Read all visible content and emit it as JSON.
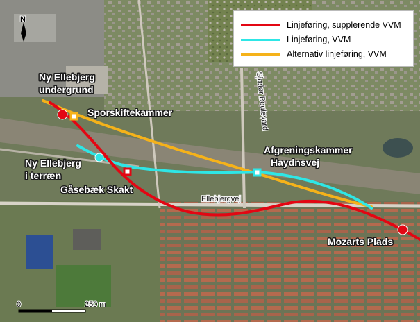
{
  "legend": {
    "items": [
      {
        "label": "Linjeføring, supplerende VVM",
        "color": "#e30613"
      },
      {
        "label": "Linjeføring, VVM",
        "color": "#2ee6e6"
      },
      {
        "label": "Alternativ linjeføring, VVM",
        "color": "#f5b21a"
      }
    ]
  },
  "north_arrow": {
    "label": "N"
  },
  "scale_bar": {
    "zero_label": "0",
    "end_label": "250 m"
  },
  "places": {
    "ny_ellebjerg_undergrund_1": "Ny Ellebjerg",
    "ny_ellebjerg_undergrund_2": "undergrund",
    "sporskiftekammer": "Sporskiftekammer",
    "ny_ellebjerg_terraen_1": "Ny Ellebjerg",
    "ny_ellebjerg_terraen_2": "i terræn",
    "gasebaek_skakt": "Gåsebæk Skakt",
    "afgreningskammer_1": "Afgreningskammer",
    "afgreningskammer_2": "Haydnsvej",
    "mozarts_plads": "Mozarts Plads"
  },
  "streets": {
    "sjaelor_boulevard": "Sjælør Boulevard",
    "ellebjergvej": "Ellebjergvej"
  },
  "colors": {
    "supplerende": "#e30613",
    "vvm": "#2ee6e6",
    "alternativ": "#f5b21a"
  }
}
